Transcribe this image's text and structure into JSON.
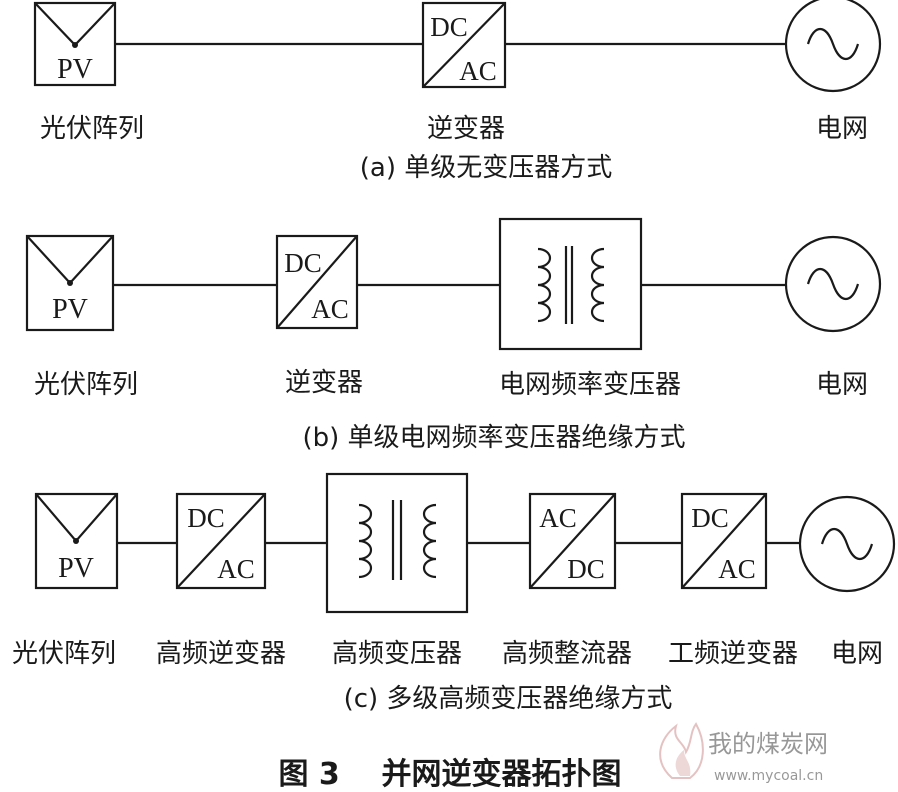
{
  "diagram_a": {
    "caption": "(a) 单级无变压器方式",
    "pv": {
      "box": "PV",
      "label": "光伏阵列"
    },
    "inverter": {
      "top": "DC",
      "bottom": "AC",
      "label": "逆变器"
    },
    "grid": {
      "label": "电网"
    }
  },
  "diagram_b": {
    "caption": "(b) 单级电网频率变压器绝缘方式",
    "pv": {
      "box": "PV",
      "label": "光伏阵列"
    },
    "inverter": {
      "top": "DC",
      "bottom": "AC",
      "label": "逆变器"
    },
    "transformer": {
      "label": "电网频率变压器"
    },
    "grid": {
      "label": "电网"
    }
  },
  "diagram_c": {
    "caption": "(c) 多级高频变压器绝缘方式",
    "pv": {
      "box": "PV",
      "label": "光伏阵列"
    },
    "hf_inverter": {
      "top": "DC",
      "bottom": "AC",
      "label": "高频逆变器"
    },
    "hf_transformer": {
      "label": "高频变压器"
    },
    "hf_rectifier": {
      "top": "AC",
      "bottom": "DC",
      "label": "高频整流器"
    },
    "lf_inverter": {
      "top": "DC",
      "bottom": "AC",
      "label": "工频逆变器"
    },
    "grid": {
      "label": "电网"
    }
  },
  "figure_title": "图 3    并网逆变器拓扑图",
  "watermark": {
    "text": "我的煤炭网",
    "url": "www.mycoal.cn"
  }
}
